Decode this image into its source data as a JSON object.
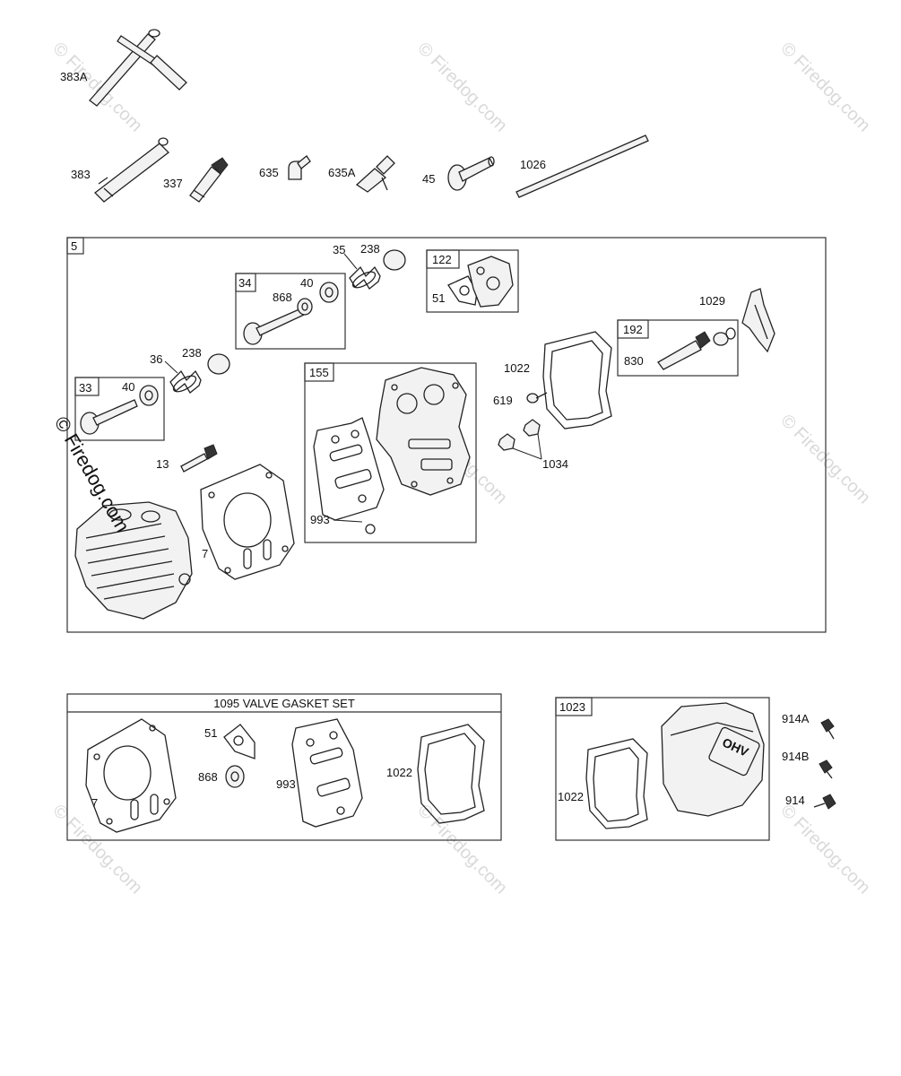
{
  "watermark": "© Firedog.com",
  "top_parts": {
    "l383a": "383A",
    "l383": "383",
    "l337": "337",
    "l635": "635",
    "l635a": "635A",
    "l45": "45",
    "l1026": "1026"
  },
  "main_box": {
    "number": "5",
    "l35": "35",
    "l238a": "238",
    "l122": "122",
    "l51": "51",
    "l34": "34",
    "l868": "868",
    "l40a": "40",
    "l1029": "1029",
    "l192": "192",
    "l830": "830",
    "l36": "36",
    "l238b": "238",
    "l155": "155",
    "l1022": "1022",
    "l33": "33",
    "l40b": "40",
    "l619": "619",
    "l1034": "1034",
    "l13": "13",
    "l7": "7",
    "l993": "993"
  },
  "gasket_set": {
    "title": "1095 VALVE GASKET SET",
    "l51": "51",
    "l868": "868",
    "l7": "7",
    "l993": "993",
    "l1022": "1022"
  },
  "cover_box": {
    "number": "1023",
    "l1022": "1022",
    "l914a": "914A",
    "l914b": "914B",
    "l914": "914",
    "emblem": "OHV"
  }
}
